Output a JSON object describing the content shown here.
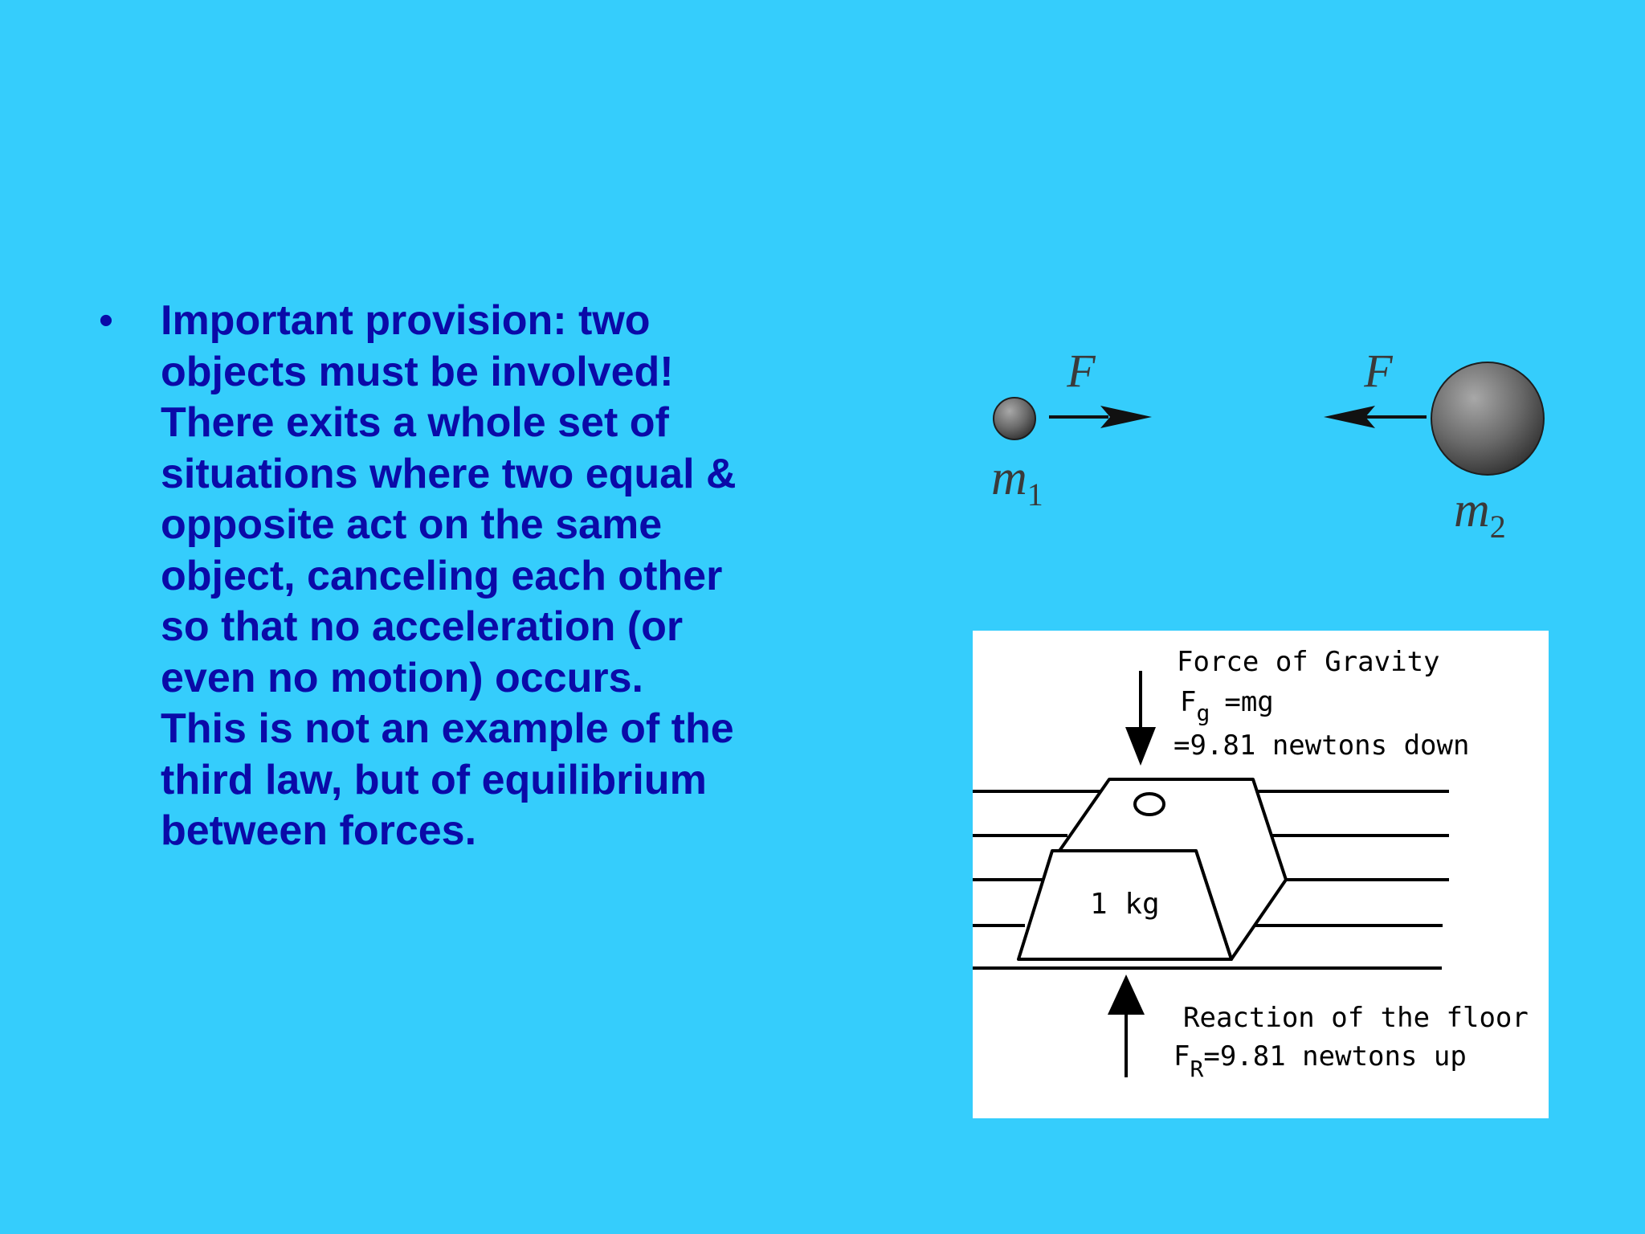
{
  "slide": {
    "bullet_symbol": "•",
    "bullet_lines": [
      "Important provision: two",
      "objects must be involved!",
      "There exits a whole set of",
      "situations where two equal &",
      "opposite act on the same",
      "object, canceling each other",
      "so that no acceleration (or",
      "even no motion) occurs.",
      "This is not an example of the",
      "third law, but of equilibrium",
      "between forces."
    ]
  },
  "forces_figure": {
    "left_force": "F",
    "right_force": "F",
    "mass1": "m",
    "mass1_sub": "1",
    "mass2": "m",
    "mass2_sub": "2"
  },
  "box_figure": {
    "gravity_title": "Force of Gravity",
    "gravity_symbol": "F",
    "gravity_sub": "g",
    "gravity_eq": "=mg",
    "gravity_value": "=9.81 newtons down",
    "block_label": "1 kg",
    "reaction_title": "Reaction of the floor",
    "reaction_symbol": "F",
    "reaction_sub": "R",
    "reaction_value": "=9.81 newtons up"
  },
  "colors": {
    "background": "#35CDFC",
    "text": "#0A0AA8",
    "figure_background": "#FFFFFF"
  }
}
